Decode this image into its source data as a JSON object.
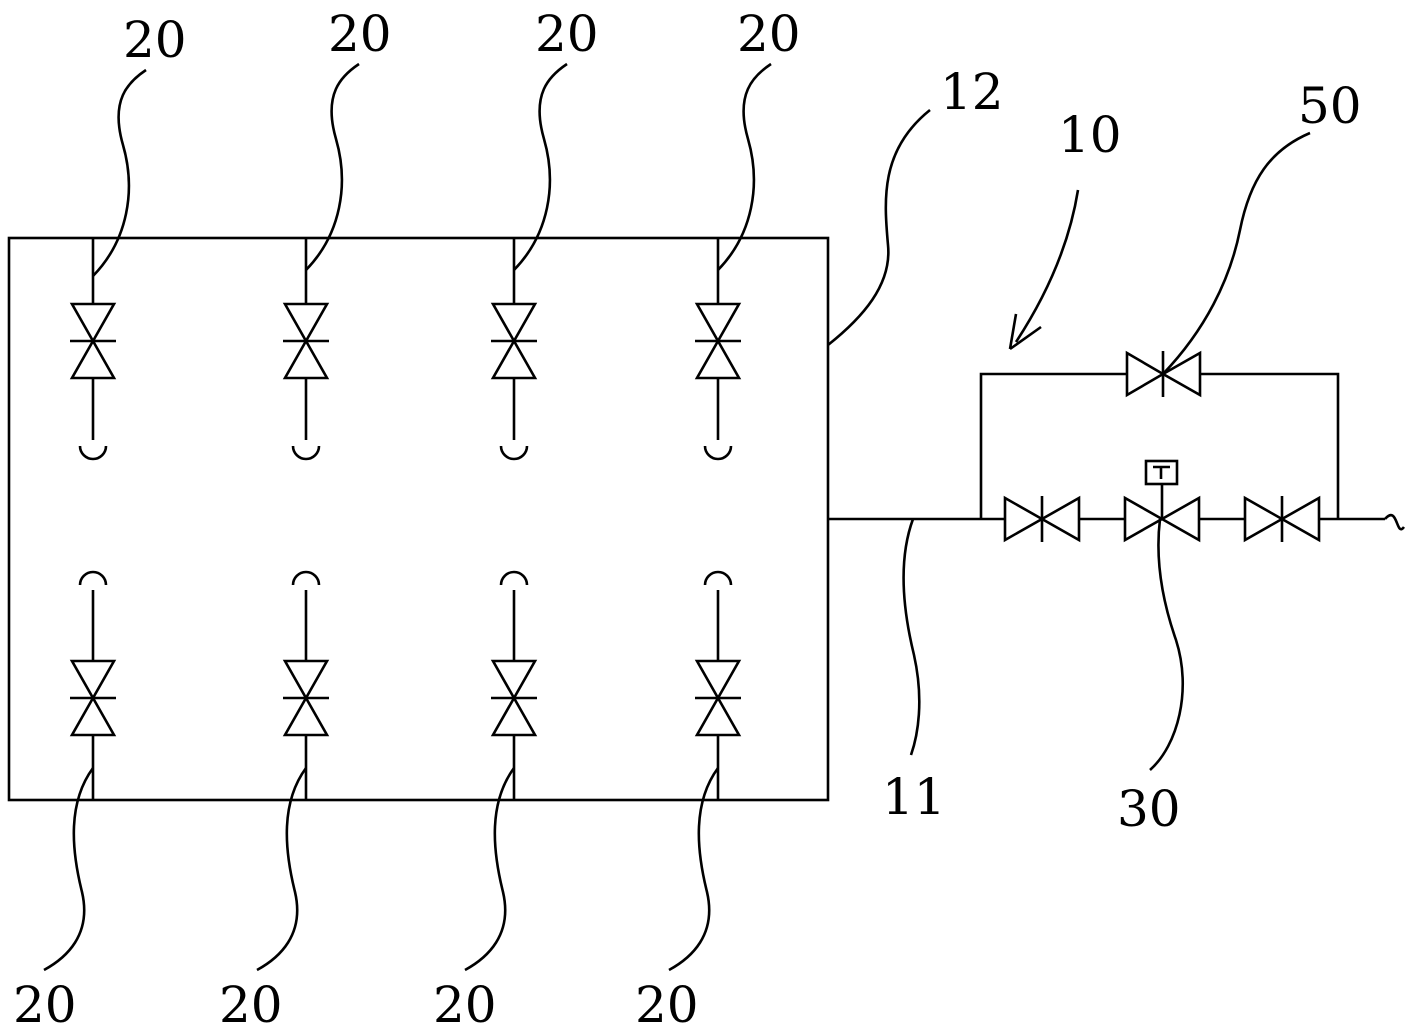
{
  "labels": {
    "top_valves": [
      "20",
      "20",
      "20",
      "20"
    ],
    "bottom_valves": [
      "20",
      "20",
      "20",
      "20"
    ],
    "housing": "12",
    "inlet_pipe": "11",
    "assembly": "10",
    "bypass_valve": "50",
    "control_valve": "30"
  },
  "icons": {
    "valve": "gate-valve-icon",
    "nozzle": "nozzle-icon",
    "actuator": "actuator-box-icon"
  }
}
